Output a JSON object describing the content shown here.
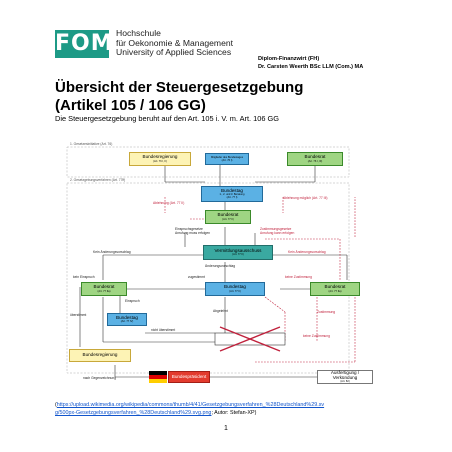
{
  "header": {
    "logo_text": "FOM",
    "institution_lines": [
      "Hochschule",
      "für Oekonomie & Management",
      "University of Applied Sciences"
    ],
    "author_lines": [
      "Diplom-Finanzwirt (FH)",
      "Dr. Carsten Weerth BSc LLM (Com.) MA"
    ]
  },
  "title_lines": [
    "Übersicht der Steuergesetzgebung",
    "(Artikel 105 / 106 GG)"
  ],
  "subtitle": "Die Steuergesetzgebung beruht auf den Art. 105 i. V. m. Art. 106 GG",
  "diagram": {
    "section1": "1. Gesetzesinitiative (Art. 76)",
    "section2": "2. Gesetzgebungsverfahren (Art. 77ff)",
    "bundesregierung_top": {
      "title": "Bundesregierung",
      "sub": "(Art. 76 I, II)"
    },
    "mitglieder": {
      "title": "Mitglieder des Bundestages",
      "sub": "(Art. 76 I)"
    },
    "bundesrat_top": {
      "title": "Bundesrat",
      "sub": "(Art. 76 I, III)"
    },
    "bundestag_main": {
      "title": "Bundestag",
      "sub": "1., 2. und 3. Beratung",
      "sub2": "(Art. 77 I)"
    },
    "bundesrat_mid": {
      "title": "Bundesrat",
      "sub": "(Art. 77 II)"
    },
    "vermittlung": {
      "title": "Vermittlungsausschuss",
      "sub": "(Art. 77 II)"
    },
    "bundesrat_left": {
      "title": "Bundesrat",
      "sub": "(Art. 77 IIa)"
    },
    "bundestag_mid": {
      "title": "Bundestag",
      "sub": "(Art. 77 II)"
    },
    "bundesrat_right": {
      "title": "Bundesrat",
      "sub": "(Art. 77 IIa)"
    },
    "bundestag_low": {
      "title": "Bundestag",
      "sub": "(Art. 77 IV)"
    },
    "bundesregierung_bottom": {
      "title": "Bundesregierung",
      "sub": ""
    },
    "bundespraesident": {
      "title": "Bundespräsident"
    },
    "ausfertigung": {
      "title": "Ausfertigung / Verkündung",
      "sub": "(Art. 82)"
    },
    "labels": {
      "ablehnung": "Ablehnung (Art. 77 II)",
      "ablehnung_moeglich": "Ablehnung möglich (Art. 77 III)",
      "einspruch": "Einspruchsgesetze",
      "zustimmung": "Zustimmungsgesetze",
      "anrufung": "Anrufung muss erfolgen",
      "anrufung_kann": "Anrufung kann erfolgen",
      "kein_aenderung": "Kein Änderungsvorschlag",
      "aenderung": "Änderungsvorschlag",
      "kein_aenderung_right": "Kein Änderungsvorschlag",
      "kein_einspruch": "kein Einspruch",
      "zugestimmt": "zugestimmt",
      "keine_zustimmung": "keine Zustimmung",
      "einspruch_lbl": "Einspruch",
      "ueberstimmt": "überstimmt",
      "nicht_ueberstimmt": "nicht überstimmt",
      "abgelehnt": "Abgelehnt",
      "zustimmung_lbl": "Zustimmung",
      "keine_zust_right": "keine Zustimmung",
      "nach_gegenzeichnung": "nach Gegenzeichnung"
    }
  },
  "source": {
    "prefix": "(",
    "url_line1": "https://upload.wikimedia.org/wikipedia/commons/thumb/4/41/Gesetzgebungsverfahren_%28Deutschland%29.sv",
    "url_line2": "g/500px-Gesetzgebungsverfahren_%28Deutschland%29.svg.png",
    "suffix": "; Autor: Stefan-XP)"
  },
  "page_number": "1",
  "colors": {
    "brand": "#1d9a86",
    "link": "#1155cc",
    "flow_red": "#c0213c"
  }
}
